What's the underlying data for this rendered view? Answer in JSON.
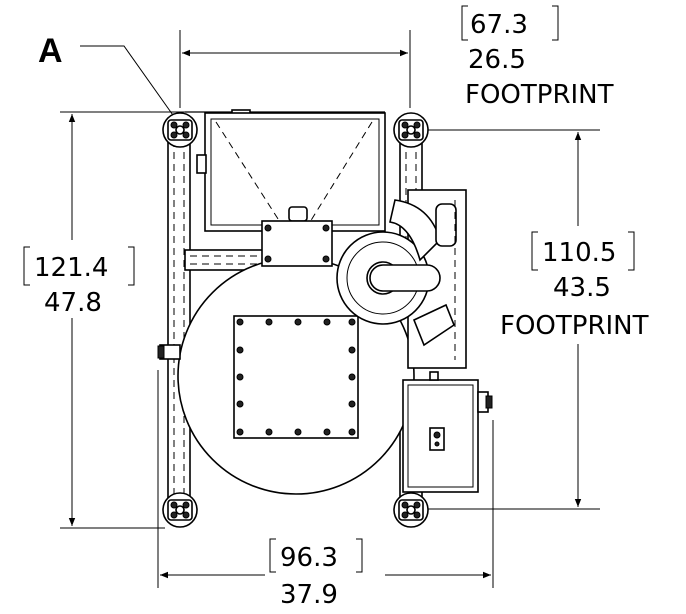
{
  "callout": {
    "label": "A"
  },
  "dimensions": {
    "top_width": {
      "bracket_value": "67.3",
      "value": "26.5",
      "note": "FOOTPRINT"
    },
    "left_height": {
      "bracket_value": "121.4",
      "value": "47.8"
    },
    "right_height": {
      "bracket_value": "110.5",
      "value": "43.5",
      "note": "FOOTPRINT"
    },
    "bottom_width": {
      "bracket_value": "96.3",
      "value": "37.9"
    }
  }
}
